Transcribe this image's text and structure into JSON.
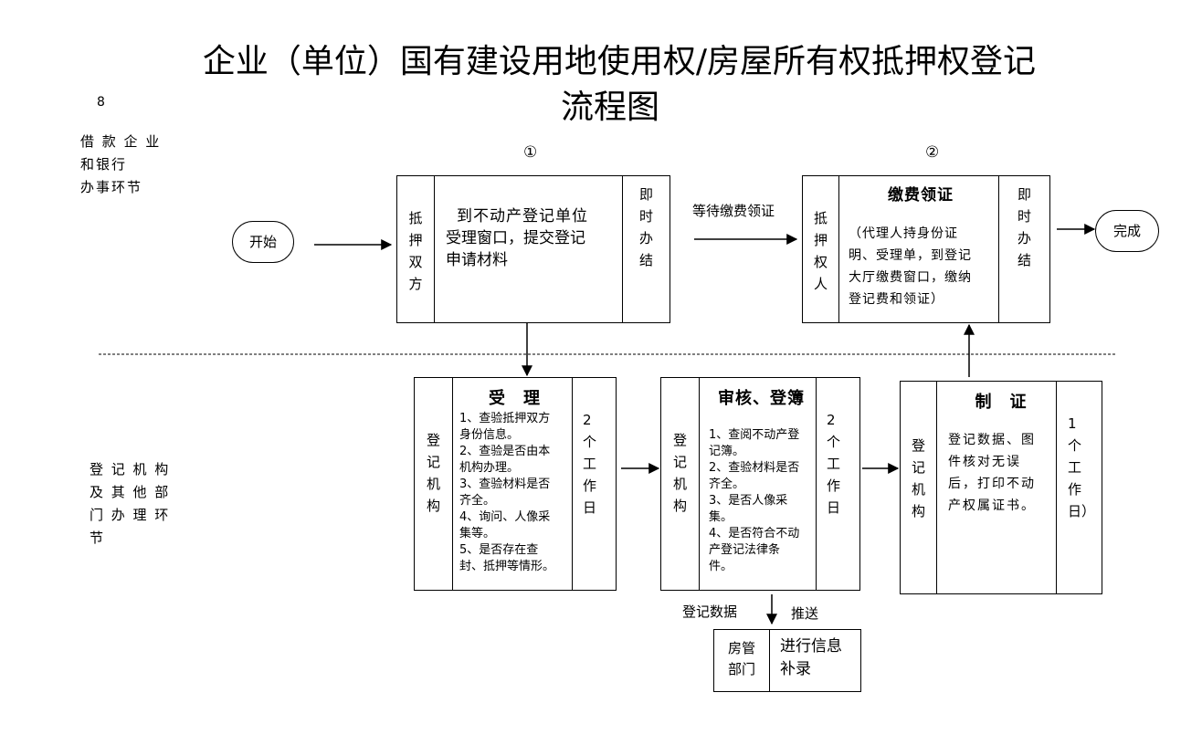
{
  "title_line1": "企业（单位）国有建设用地使用权/房屋所有权抵押权登记",
  "title_line2": "流程图",
  "page_number": "8",
  "lanes": {
    "top": [
      "借 款 企 业",
      "和银行",
      "办事环节"
    ],
    "bottom": [
      "登 记 机 构",
      "及 其 他 部",
      "门 办 理 环",
      "节"
    ]
  },
  "start_label": "开始",
  "end_label": "完成",
  "step_markers": [
    "①",
    "②"
  ],
  "wait_label": "等待缴费领证",
  "step1": {
    "actor": [
      "抵",
      "押",
      "双",
      "方"
    ],
    "lines": [
      "到不动产登记单位",
      "受理窗口，提交登记",
      "申请材料"
    ],
    "time": [
      "即",
      "时",
      "办",
      "结"
    ]
  },
  "step2": {
    "actor": [
      "抵",
      "押",
      "权",
      "人"
    ],
    "heading": "缴费领证",
    "lines": [
      "（代理人持身份证",
      "明、受理单，到登记",
      "大厅缴费窗口，缴纳",
      "登记费和领证）"
    ],
    "time": [
      "即",
      "时",
      "办",
      "结"
    ]
  },
  "accept": {
    "actor": [
      "登",
      "记",
      "机",
      "构"
    ],
    "heading": "受　理",
    "items": [
      "1、查验抵押双方",
      "身份信息。",
      "2、查验是否由本",
      "机构办理。",
      "3、查验材料是否",
      "齐全。",
      "4、询问、人像采",
      "集等。",
      "5、是否存在查",
      "封、抵押等情形。"
    ],
    "time": [
      "2",
      "个",
      "工",
      "作",
      "日"
    ]
  },
  "review": {
    "actor": [
      "登",
      "记",
      "机",
      "构"
    ],
    "heading": "审核、登簿",
    "items": [
      "1、查阅不动产登",
      "记簿。",
      "2、查验材料是否",
      "齐全。",
      "3、是否人像采",
      "集。",
      "4、是否符合不动",
      "产登记法律条",
      "件。"
    ],
    "time": [
      "2",
      "个",
      "工",
      "作",
      "日"
    ]
  },
  "cert": {
    "actor": [
      "登",
      "记",
      "机",
      "构"
    ],
    "heading": "制　证",
    "lines": [
      "登记数据、图",
      "件核对无误",
      "后，打印不动",
      "产权属证书。"
    ],
    "time": [
      "1",
      "个",
      "工",
      "作",
      "日）"
    ]
  },
  "push": {
    "left_label": "登记数据",
    "right_label": "推送",
    "dept": [
      "房管",
      "部门"
    ],
    "action": [
      "进行信息",
      "补录"
    ]
  }
}
